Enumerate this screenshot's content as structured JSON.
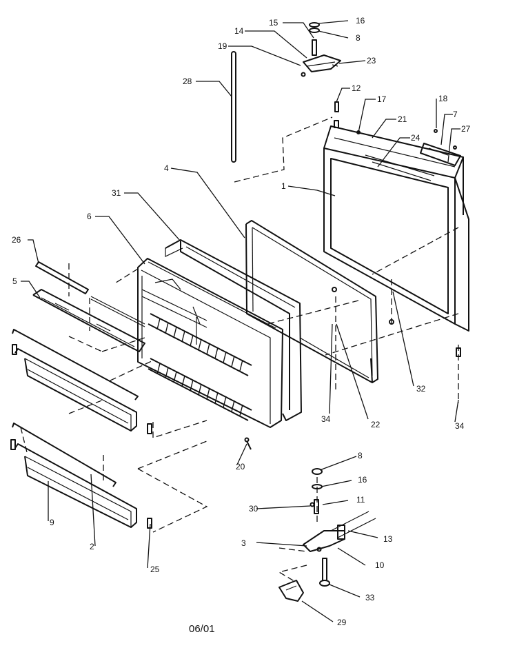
{
  "diagram": {
    "labels": {
      "p1": "1",
      "p2": "2",
      "p3": "3",
      "p4": "4",
      "p5": "5",
      "p6": "6",
      "p7": "7",
      "p8a": "8",
      "p8b": "8",
      "p9": "9",
      "p10": "10",
      "p11": "11",
      "p12": "12",
      "p13": "13",
      "p14": "14",
      "p15": "15",
      "p16a": "16",
      "p16b": "16",
      "p17": "17",
      "p18": "18",
      "p19": "19",
      "p20": "20",
      "p21": "21",
      "p22": "22",
      "p23": "23",
      "p24": "24",
      "p25": "25",
      "p26": "26",
      "p27": "27",
      "p28": "28",
      "p29": "29",
      "p30": "30",
      "p31": "31",
      "p32": "32",
      "p33": "33",
      "p34a": "34",
      "p34b": "34"
    }
  },
  "footer": {
    "date_code": "06/01"
  }
}
